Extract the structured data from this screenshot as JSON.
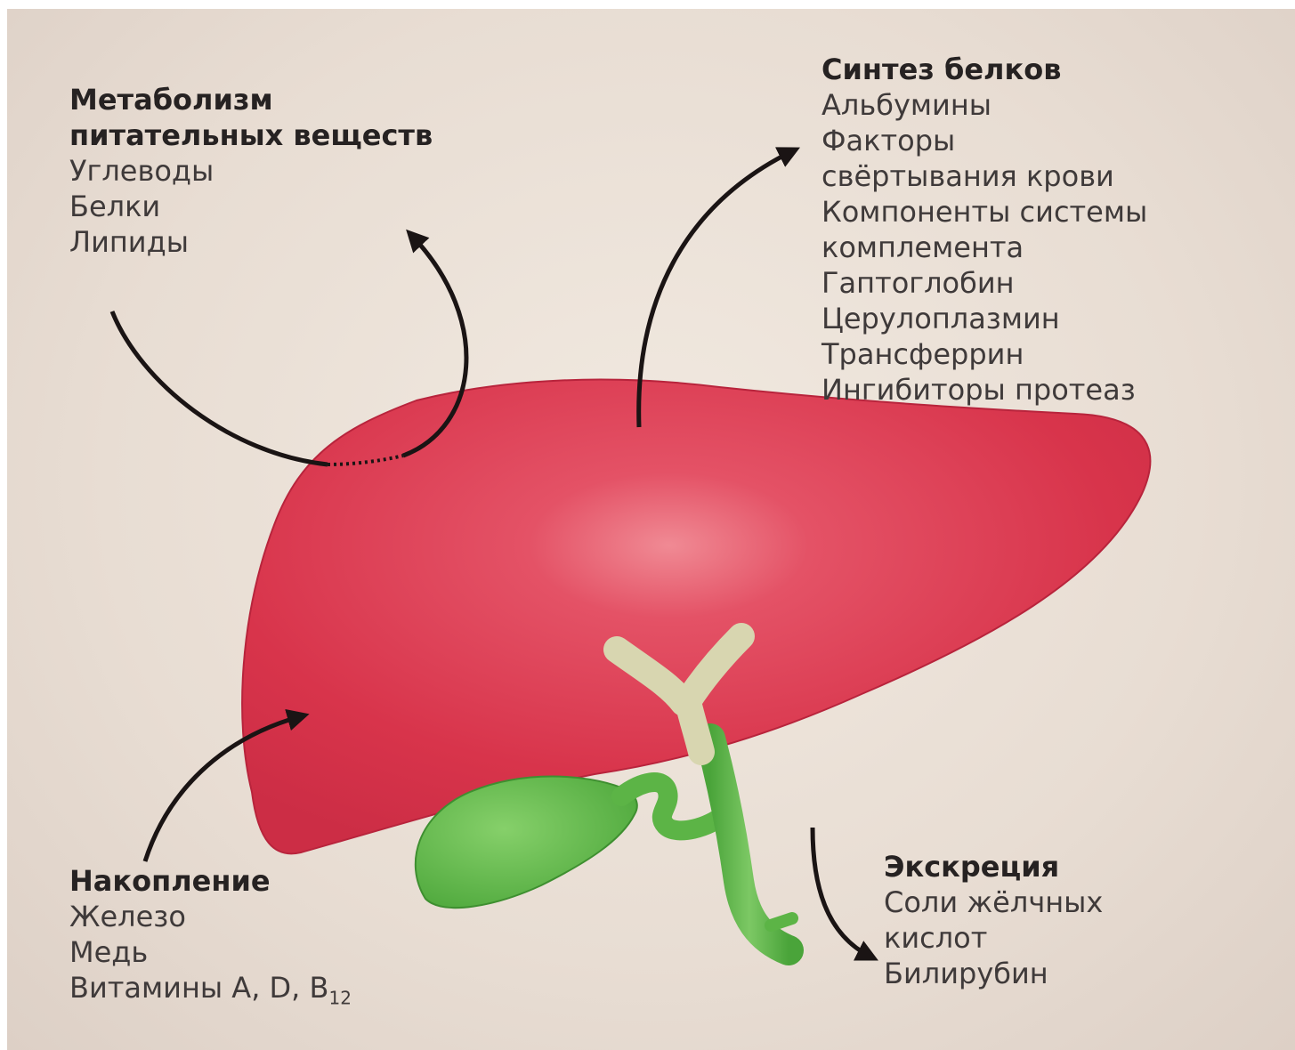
{
  "colors": {
    "background": "#e9dfd6",
    "liver": "#dc3a50",
    "bile_duct_pale": "#d8d6b0",
    "gallbladder": "#5db447",
    "arrow": "#1a1414",
    "text": "#3f3a3a"
  },
  "blocks": {
    "metabolism": {
      "title_line1": "Метаболизм",
      "title_line2": "питательных веществ",
      "items": [
        "Углеводы",
        "Белки",
        "Липиды"
      ]
    },
    "synthesis": {
      "title": "Синтез белков",
      "items": [
        "Альбумины",
        "Факторы",
        "свёртывания крови",
        "Компоненты системы",
        "комплемента",
        "Гаптоглобин",
        "Церулоплазмин",
        "Трансферрин",
        "Ингибиторы протеаз"
      ]
    },
    "storage": {
      "title": "Накопление",
      "items": [
        "Железо",
        "Медь"
      ],
      "vitamins_prefix": "Витамины A, D, B",
      "vitamins_sub": "12"
    },
    "excretion": {
      "title": "Экскреция",
      "items": [
        "Соли жёлчных",
        "кислот",
        "Билирубин"
      ]
    }
  }
}
